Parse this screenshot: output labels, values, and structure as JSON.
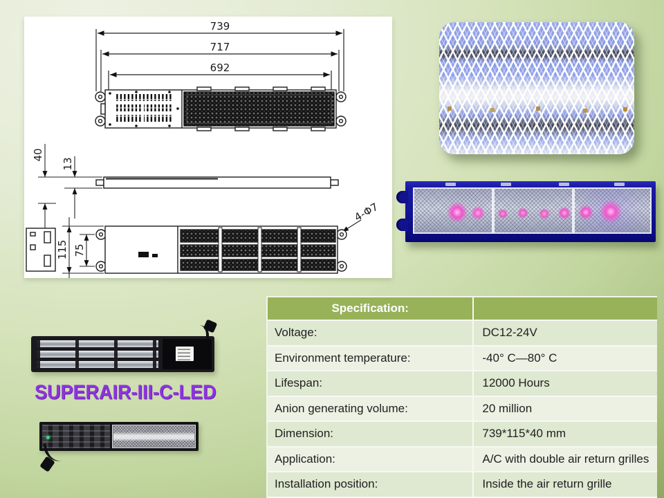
{
  "product": {
    "name": "SUPERAIR-III-C-LED"
  },
  "drawing": {
    "dim_739": "739",
    "dim_717": "717",
    "dim_692": "692",
    "dim_40": "40",
    "dim_13": "13",
    "dim_115": "115",
    "dim_75": "75",
    "hole_label": "4-Φ7"
  },
  "spec_table": {
    "header_label": "Specification:",
    "rows": [
      {
        "label": "Voltage:",
        "value": "DC12-24V"
      },
      {
        "label": "Environment temperature:",
        "value": "-40° C—80° C"
      },
      {
        "label": "Lifespan:",
        "value": "12000 Hours"
      },
      {
        "label": "Anion generating volume:",
        "value": "20 million"
      },
      {
        "label": "Dimension:",
        "value": "739*115*40 mm"
      },
      {
        "label": "Application:",
        "value": "A/C with double air return grilles"
      },
      {
        "label": "Installation position:",
        "value": "Inside the air return grille"
      }
    ]
  },
  "colors": {
    "table_header_bg": "#97b258",
    "row_dark": "#dfe8d1",
    "row_light": "#ecf1e4",
    "accent_purple": "#8d33df",
    "led_frame_blue": "#12128c",
    "led_glow_pink": "#f054cc"
  }
}
